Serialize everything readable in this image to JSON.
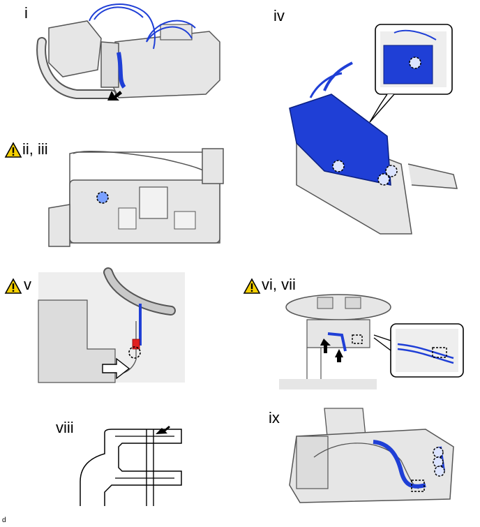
{
  "steps": [
    {
      "label": "i",
      "warning": false
    },
    {
      "label": "ii, iii",
      "warning": true
    },
    {
      "label": "iv",
      "warning": false
    },
    {
      "label": "v",
      "warning": true
    },
    {
      "label": "vi, vii",
      "warning": true
    },
    {
      "label": "viii",
      "warning": false
    },
    {
      "label": "ix",
      "warning": false
    }
  ],
  "footer": {
    "code": "d"
  },
  "colors": {
    "part_fill": "#e6e6e6",
    "part_stroke": "#555555",
    "harness_blue": "#1f3fd6",
    "connector_red": "#e02020",
    "warning_yellow": "#f5d000"
  },
  "icons": {
    "warning": "warning-triangle-icon",
    "arrow": "arrow-icon",
    "clamp_marker": "dashed-circle-marker"
  }
}
